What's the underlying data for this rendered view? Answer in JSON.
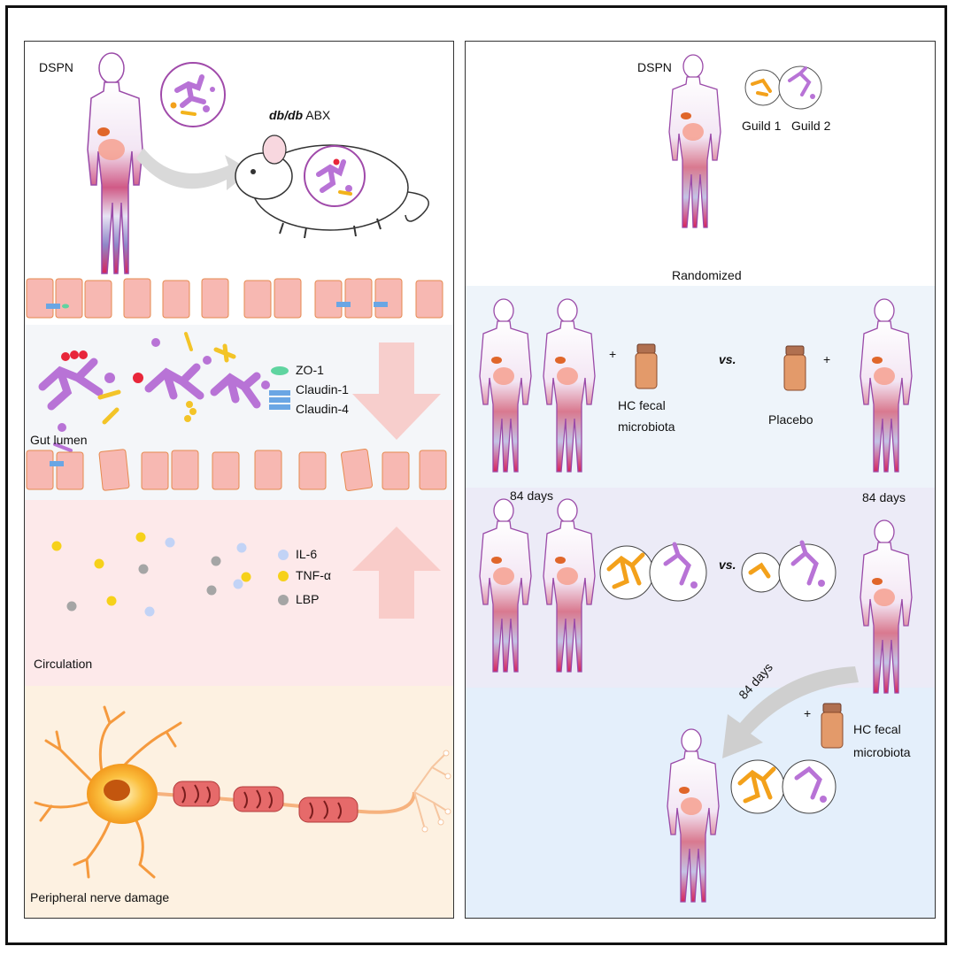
{
  "left_panel": {
    "dspn_label": "DSPN",
    "mouse_label_italic": "db/db",
    "mouse_label_rest": " ABX",
    "legend_barrier": [
      "ZO-1",
      "Claudin-1",
      "Claudin-4"
    ],
    "gut_lumen_label": "Gut lumen",
    "legend_cytokines": [
      "IL-6",
      "TNF-α",
      "LBP"
    ],
    "circulation_label": "Circulation",
    "nerve_label": "Peripheral nerve damage"
  },
  "right_panel": {
    "dspn_label": "DSPN",
    "guild_labels": [
      "Guild 1",
      "Guild 2"
    ],
    "randomized_label": "Randomized",
    "plus_sign": "+",
    "hc_fecal_line1": "HC fecal",
    "hc_fecal_line2": "microbiota",
    "vs_label": "vs.",
    "placebo_label": "Placebo",
    "days_label": "84 days"
  },
  "colors": {
    "gut_band": "#f4f6f9",
    "circulation_band": "#fde9ea",
    "nerve_band": "#fdf1e1",
    "right_band_1": "#eef4fa",
    "right_band_2": "#ecebf7",
    "right_band_3": "#e4effb",
    "microbe_purple": "#b873d6",
    "microbe_orange": "#f3a11b",
    "cell_pink": "#f7b8b2"
  }
}
